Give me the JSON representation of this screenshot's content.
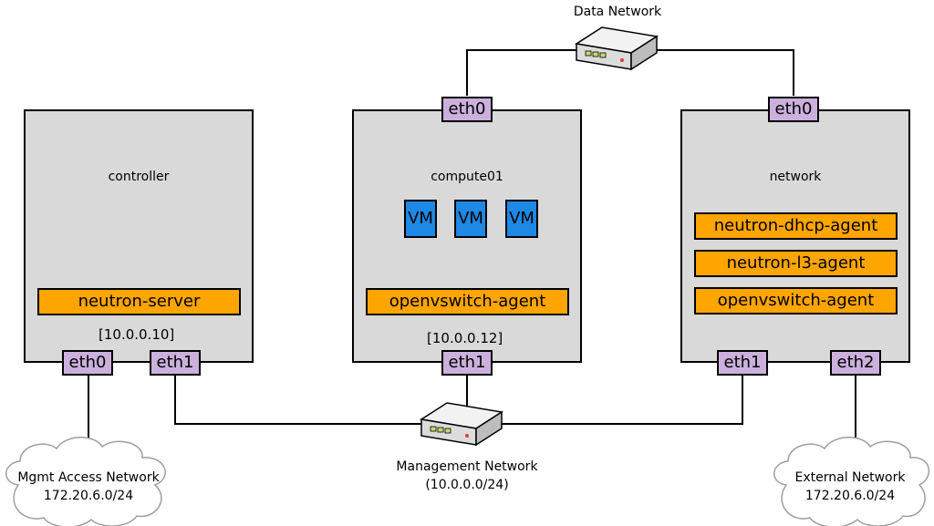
{
  "nodes": {
    "controller": {
      "title": "controller",
      "service": "neutron-server",
      "ip": "[10.0.0.10]",
      "ports": [
        "eth0",
        "eth1"
      ]
    },
    "compute": {
      "title": "compute01",
      "vms": [
        "VM",
        "VM",
        "VM"
      ],
      "service": "openvswitch-agent",
      "ip": "[10.0.0.12]",
      "ports": [
        "eth0",
        "eth1"
      ]
    },
    "network": {
      "title": "network",
      "services": [
        "neutron-dhcp-agent",
        "neutron-l3-agent",
        "openvswitch-agent"
      ],
      "ports": [
        "eth0",
        "eth1",
        "eth2"
      ]
    }
  },
  "networks": {
    "data": "Data Network",
    "management": {
      "name": "Management Network",
      "cidr": "(10.0.0.0/24)"
    },
    "mgmt_access": {
      "name": "Mgmt Access Network",
      "cidr": "172.20.6.0/24"
    },
    "external": {
      "name": "External Network",
      "cidr": "172.20.6.0/24"
    }
  },
  "colors": {
    "node_fill": "#d9d9d9",
    "port_fill": "#cbb0dc",
    "service_fill": "#ffa500",
    "vm_fill": "#1e88e5"
  }
}
